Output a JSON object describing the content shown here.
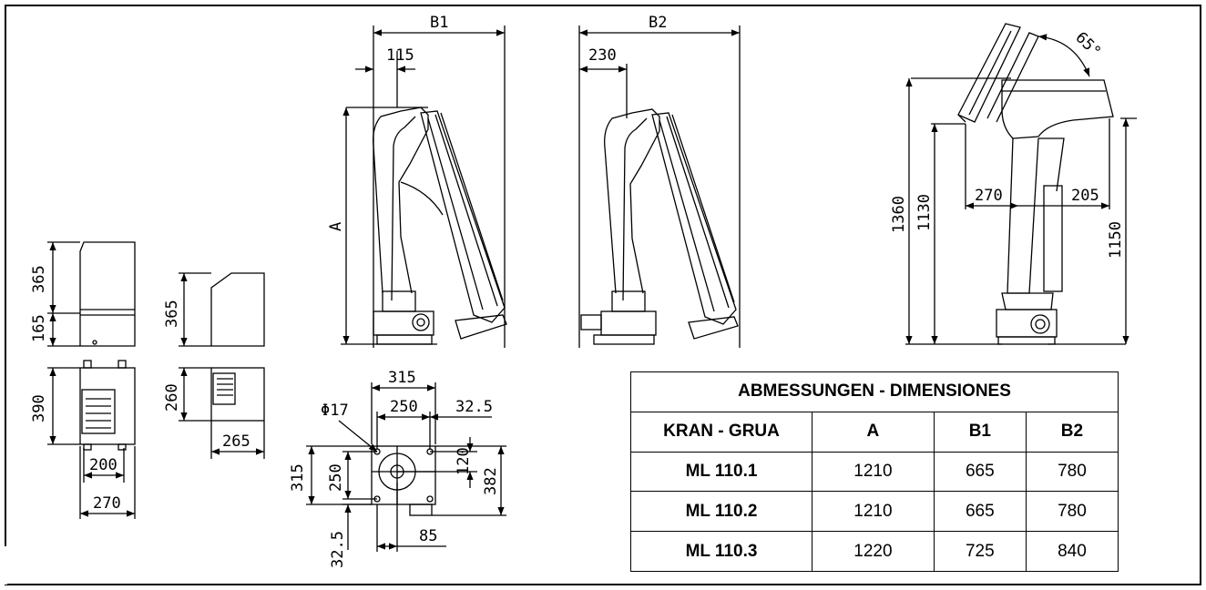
{
  "drawing": {
    "dims": {
      "b1": "B1",
      "b2": "B2",
      "a": "A",
      "d115": "115",
      "d230": "230",
      "d1360": "1360",
      "d1130": "1130",
      "d1150": "1150",
      "d270top": "270",
      "d205": "205",
      "d65": "65°",
      "d365a": "365",
      "d165": "165",
      "d390": "390",
      "d200": "200",
      "d270box": "270",
      "d365b": "365",
      "d260": "260",
      "d265": "265",
      "d315top": "315",
      "phi17": "Φ17",
      "d250top": "250",
      "d325top": "32.5",
      "d315left": "315",
      "d250left": "250",
      "d120": "120",
      "d382": "382",
      "d325bottom": "32.5",
      "d85": "85"
    }
  },
  "table": {
    "title": "ABMESSUNGEN - DIMENSIONES",
    "headers": [
      "KRAN - GRUA",
      "A",
      "B1",
      "B2"
    ],
    "rows": [
      {
        "kran": "ML 110.1",
        "a": "1210",
        "b1": "665",
        "b2": "780"
      },
      {
        "kran": "ML 110.2",
        "a": "1210",
        "b1": "665",
        "b2": "780"
      },
      {
        "kran": "ML 110.3",
        "a": "1220",
        "b1": "725",
        "b2": "840"
      }
    ]
  }
}
